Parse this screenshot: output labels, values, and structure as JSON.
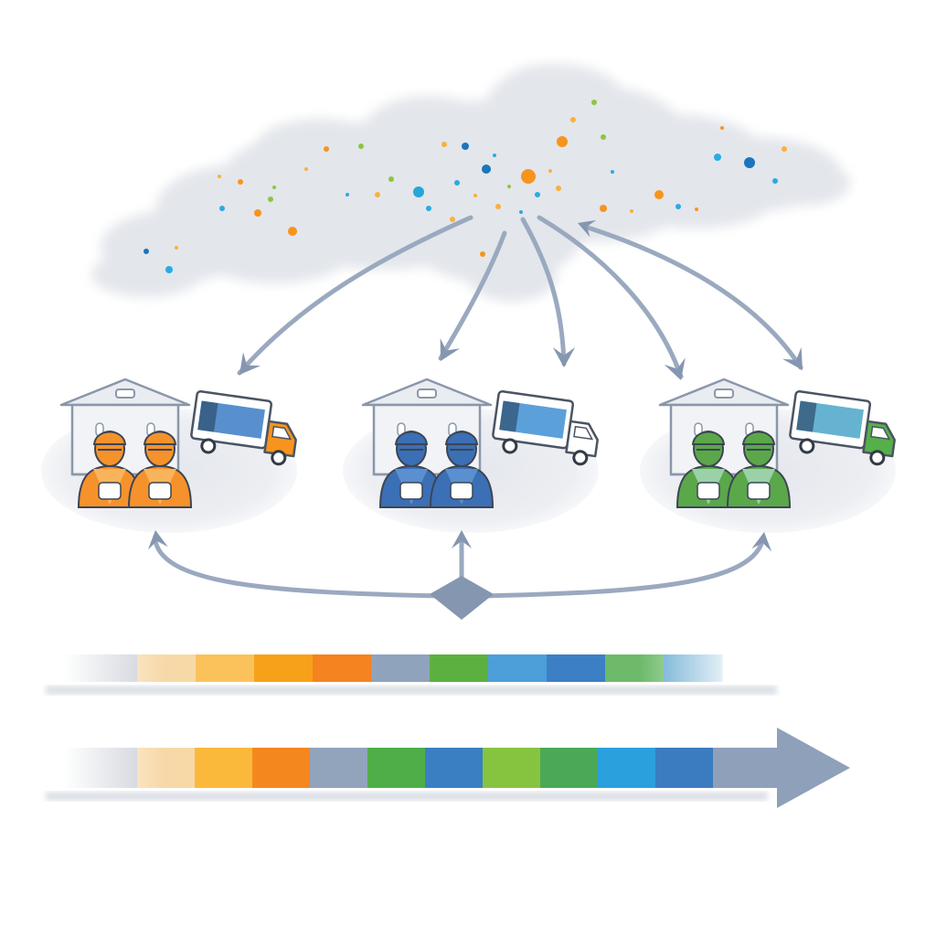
{
  "palette": {
    "cloud": "#e3e6eb",
    "cloud_edge": "#d6dae1",
    "arrow": "#9aa9bf",
    "arrow_dark": "#8596b0",
    "platform": "#e6e9ee",
    "building": "#f1f3f6",
    "building_stroke": "#8a97aa",
    "truck_cab_white": "#ffffff",
    "dot_colors": [
      "#f7941d",
      "#29abe2",
      "#27a6d9",
      "#fbb03b",
      "#8cc63f",
      "#1b75bc"
    ]
  },
  "hubs": [
    {
      "theme": "orange",
      "skin": "#f6922c",
      "shirt": "#f9b45b",
      "cab": "#f7941d",
      "cargo": "#3a7dc4"
    },
    {
      "theme": "blue",
      "skin": "#3b6fb6",
      "shirt": "#5a8fd0",
      "cab": "#ffffff",
      "cargo": "#3f8fd4"
    },
    {
      "theme": "green",
      "skin": "#5aa84a",
      "shirt": "#9bd1a8",
      "cab": "#56b04a",
      "cargo": "#4aa6c9"
    }
  ],
  "bands": {
    "upper": [
      "#f7d9a8",
      "#fbc25b",
      "#f7a11a",
      "#f5831f",
      "#8fa3bd",
      "#5cb040",
      "#4c9fd8",
      "#3d7fc4",
      "#6dba6b",
      "#5fa6cf"
    ],
    "lower": [
      "#f7d9a8",
      "#fbb93b",
      "#f5871f",
      "#91a4bc",
      "#4fae48",
      "#3a7fc2",
      "#86c440",
      "#4aa957",
      "#2aa1dc",
      "#3b7bc0"
    ]
  }
}
